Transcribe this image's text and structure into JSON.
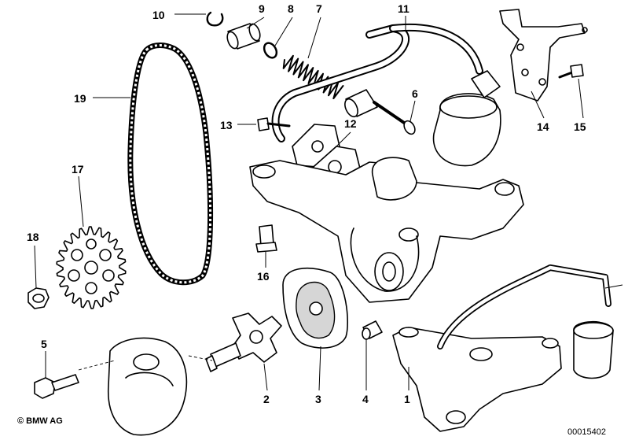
{
  "callouts": [
    {
      "id": "c1",
      "text": "1"
    },
    {
      "id": "c2",
      "text": "2"
    },
    {
      "id": "c3",
      "text": "3"
    },
    {
      "id": "c4",
      "text": "4"
    },
    {
      "id": "c5",
      "text": "5"
    },
    {
      "id": "c6",
      "text": "6"
    },
    {
      "id": "c7",
      "text": "7"
    },
    {
      "id": "c8",
      "text": "8"
    },
    {
      "id": "c9",
      "text": "9"
    },
    {
      "id": "c10",
      "text": "10"
    },
    {
      "id": "c11",
      "text": "11"
    },
    {
      "id": "c12",
      "text": "12"
    },
    {
      "id": "c13",
      "text": "13"
    },
    {
      "id": "c14",
      "text": "14"
    },
    {
      "id": "c15",
      "text": "15"
    },
    {
      "id": "c16",
      "text": "16"
    },
    {
      "id": "c17",
      "text": "17"
    },
    {
      "id": "c18",
      "text": "18"
    },
    {
      "id": "c19",
      "text": "19"
    }
  ],
  "footer": {
    "copyright": "© BMW AG",
    "drawing_number": "00015402"
  }
}
